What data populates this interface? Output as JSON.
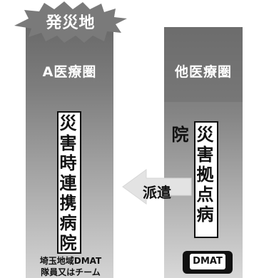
{
  "burst_label": "発災地",
  "left_column": {
    "title": "A医療圏",
    "box_label": "災害時連携病院",
    "caption_line1": "埼玉地域DMAT",
    "caption_line2": "隊員又はチーム"
  },
  "right_column": {
    "title": "他医療圏",
    "box_label": "災害拠点病院",
    "badge": "DMAT"
  },
  "arrow_label": "派遣",
  "colors": {
    "column_top": "#6f6f6f",
    "column_bottom": "#c9c9c9",
    "burst": "#7a7a7a",
    "arrow": "#e2e2e2",
    "badge_bg": "#111111"
  }
}
